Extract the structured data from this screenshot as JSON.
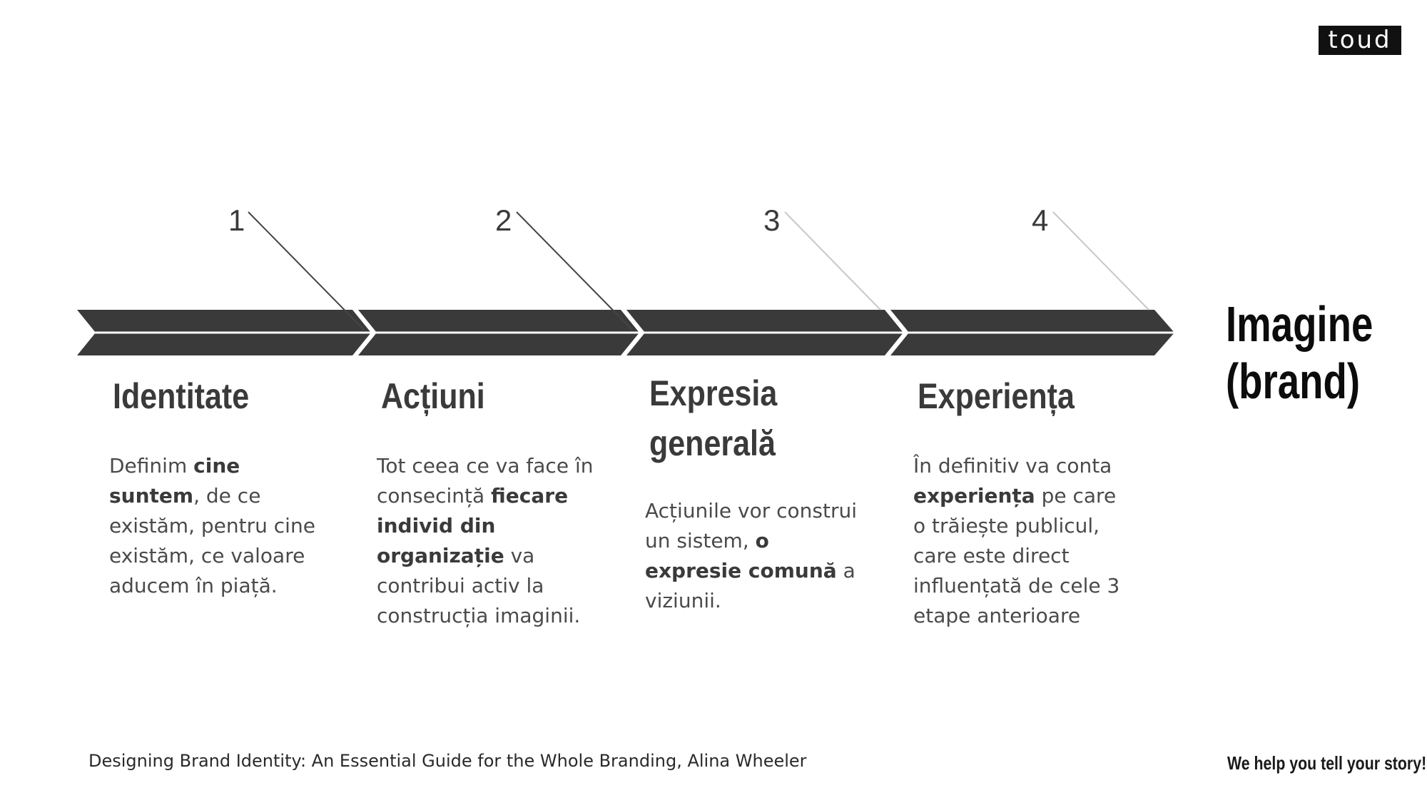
{
  "logo": {
    "text": "toud"
  },
  "steps": [
    {
      "number": "1",
      "title": "Identitate",
      "description": [
        {
          "text": "Definim "
        },
        {
          "text": "cine suntem",
          "bold": true
        },
        {
          "text": ", de ce existăm, pentru cine existăm, ce valoare aducem în piață."
        }
      ]
    },
    {
      "number": "2",
      "title": "Acțiuni",
      "description": [
        {
          "text": "Tot ceea ce va face în consecință "
        },
        {
          "text": "fiecare individ din organizație",
          "bold": true
        },
        {
          "text": " va contribui activ la construcția imaginii."
        }
      ]
    },
    {
      "number": "3",
      "title": "Expresia generală",
      "description": [
        {
          "text": "Acțiunile vor construi un sistem, "
        },
        {
          "text": "o expresie comună",
          "bold": true
        },
        {
          "text": " a viziunii."
        }
      ]
    },
    {
      "number": "4",
      "title": "Experiența",
      "description": [
        {
          "text": "În definitiv va conta "
        },
        {
          "text": "experiența",
          "bold": true
        },
        {
          "text": " pe care o trăiește publicul, care este direct influențată de cele 3 etape anterioare"
        }
      ]
    }
  ],
  "result": {
    "line1": "Imagine",
    "line2": "(brand)"
  },
  "footer": {
    "source": "Designing Brand Identity: An Essential Guide for the Whole Branding, Alina Wheeler",
    "slogan": "We help you tell your story!"
  },
  "colors": {
    "arrow_upper": "#3a3a3a",
    "arrow_lower": "#303030",
    "leader_dark": "#444444",
    "leader_light": "#c8c8c8"
  }
}
